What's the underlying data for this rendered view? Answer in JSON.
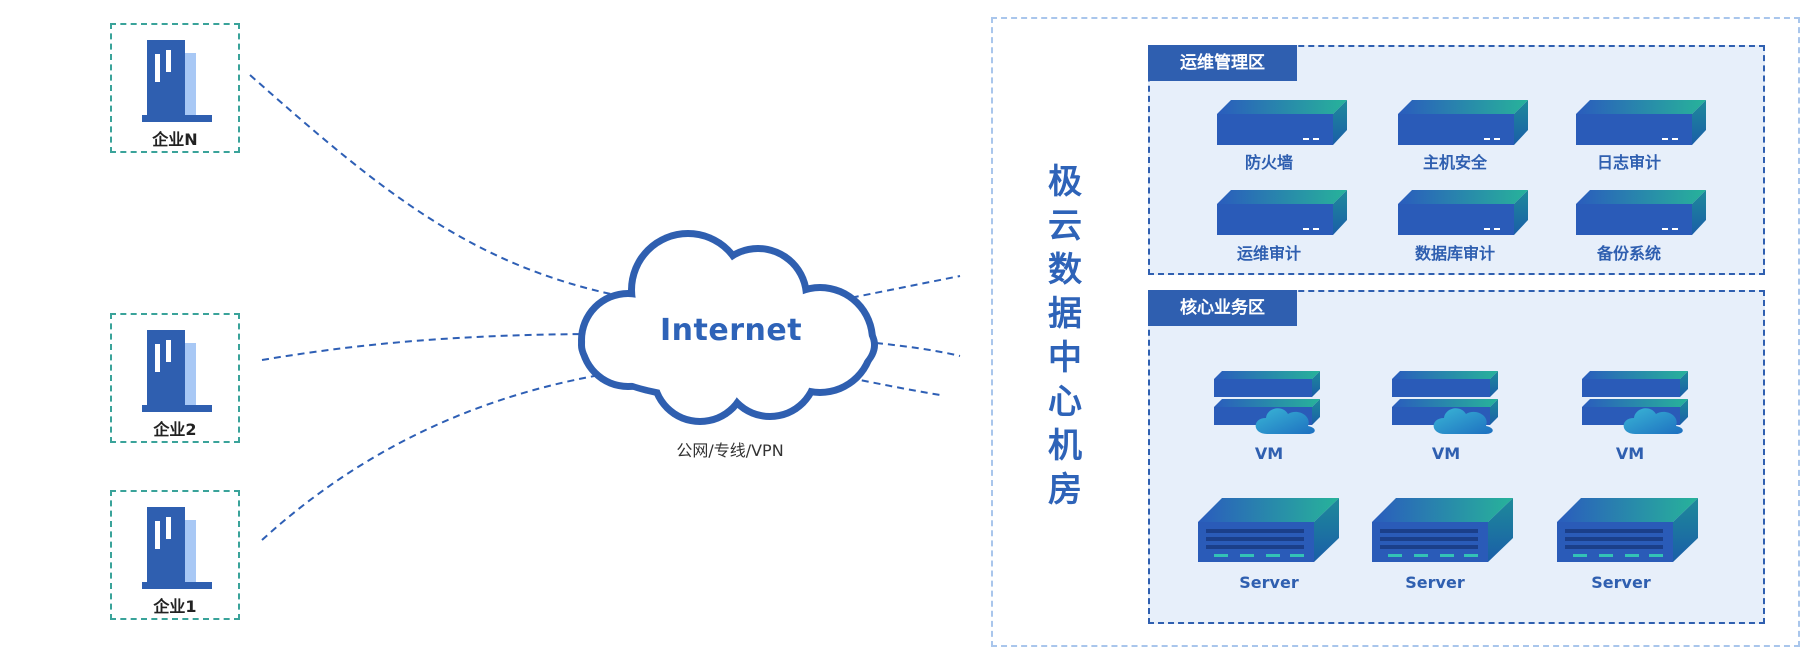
{
  "enterprises": [
    {
      "id": "ent-n",
      "label": "企业N"
    },
    {
      "id": "ent-2",
      "label": "企业2"
    },
    {
      "id": "ent-1",
      "label": "企业1"
    }
  ],
  "cloud": {
    "label": "Internet",
    "caption": "公网/专线/VPN"
  },
  "datacenter": {
    "title": "极云数据中心机房",
    "ops_zone": {
      "title": "运维管理区",
      "devices": [
        "防火墙",
        "主机安全",
        "日志审计",
        "运维审计",
        "数据库审计",
        "备份系统"
      ]
    },
    "core_zone": {
      "title": "核心业务区",
      "vms": [
        "VM",
        "VM",
        "VM"
      ],
      "servers": [
        "Server",
        "Server",
        "Server"
      ]
    }
  },
  "colors": {
    "primary": "#2f5fb0",
    "line": "#2e5fb5",
    "teal": "#3aa39a",
    "zone_bg": "#e7effa"
  }
}
